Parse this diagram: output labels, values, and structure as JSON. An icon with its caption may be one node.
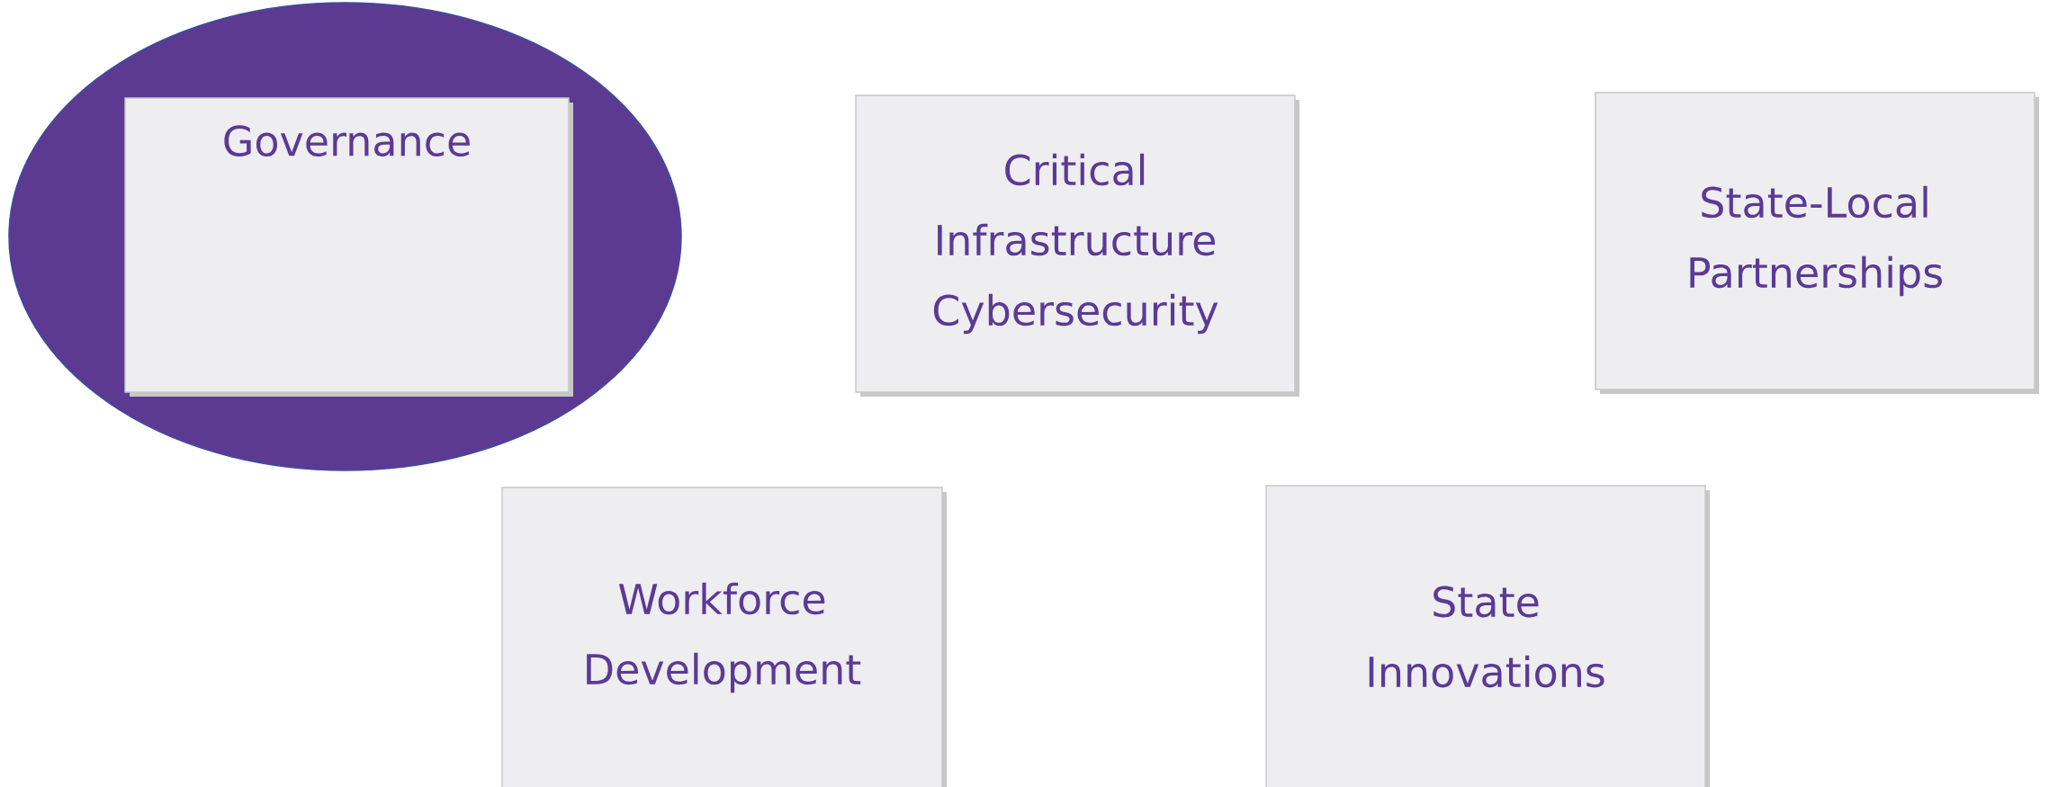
{
  "diagram": {
    "nodes": [
      {
        "text": [],
        "shape": "ellipse"
      },
      {
        "text": [
          "Governance"
        ],
        "in": 0
      },
      {
        "text": [
          "Critical Infrastructure Cybersecurity"
        ]
      },
      {
        "text": [
          "State-Local Partnerships"
        ]
      },
      {
        "text": [
          "Workforce Development"
        ]
      },
      {
        "text": [
          "State Innovations"
        ]
      }
    ]
  }
}
